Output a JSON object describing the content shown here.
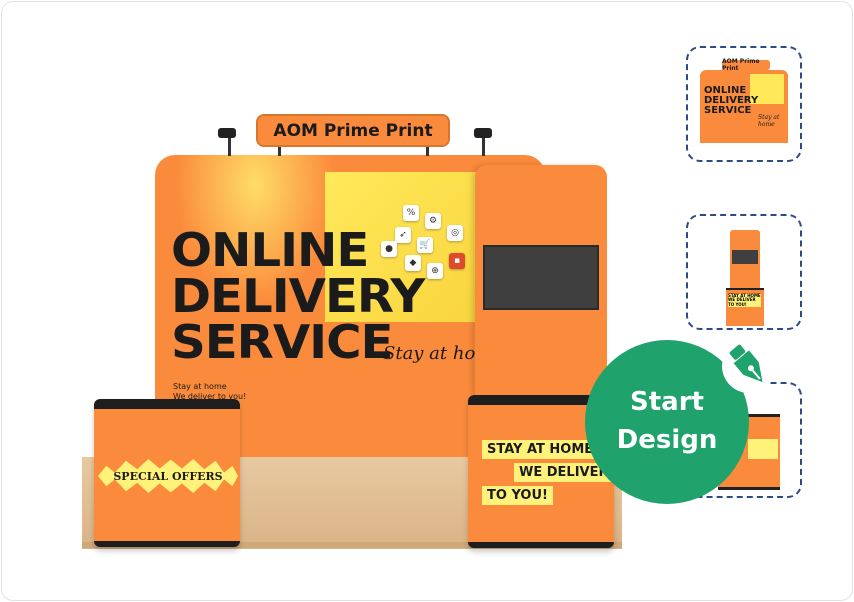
{
  "booth": {
    "header_sign": "AOM Prime Print",
    "headline": [
      "ONLINE",
      "DELIVERY",
      "SERVICE"
    ],
    "script_text": "Stay at ho",
    "small_text": [
      "Stay at home",
      "We deliver to you!"
    ],
    "left_counter_label": "SPECIAL OFFERS",
    "right_counter_lines": [
      "STAY AT HOME",
      "WE DELIVER",
      "TO YOU!"
    ]
  },
  "thumbnails": [
    {
      "name": "backwall",
      "sign": "AOM Prime Print",
      "headline": [
        "ONLINE",
        "DELIVERY",
        "SERVICE"
      ],
      "script": "Stay at home"
    },
    {
      "name": "tower-counter",
      "lines": [
        "STAY AT HOME",
        "WE DELIVER",
        "TO YOU!"
      ]
    },
    {
      "name": "counter"
    }
  ],
  "cta": {
    "line1": "Start",
    "line2": "Design"
  },
  "colors": {
    "orange": "#fb8b3c",
    "yellow": "#fff27a",
    "green": "#1fa26b",
    "navy": "#2c4a86"
  },
  "icons": [
    "pen-icon",
    "percent-icon",
    "gear-icon",
    "cart-icon",
    "rocket-icon",
    "user-icon",
    "globe-icon"
  ]
}
